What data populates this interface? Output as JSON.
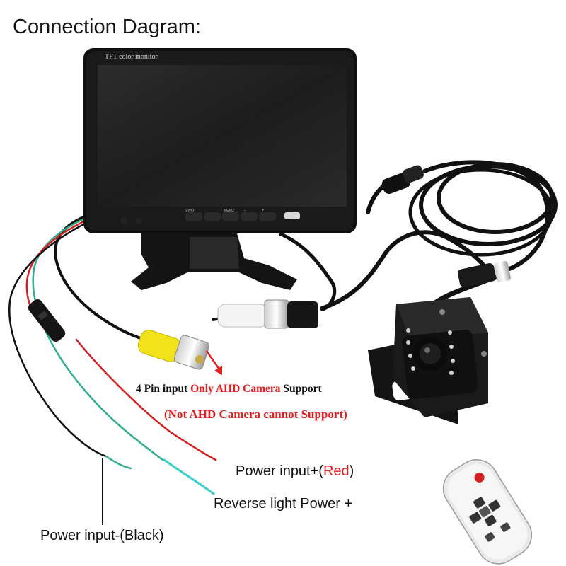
{
  "title": "Connection Dagram:",
  "monitor": {
    "brand_text": "TFT color monitor",
    "buttons": [
      "VIVO",
      "MENU",
      "-",
      "+"
    ]
  },
  "note": {
    "line1_prefix": "4 Pin input ",
    "line1_highlight": "Only AHD Camera",
    "line1_suffix": " Support",
    "line2": "(Not AHD Camera cannot Support)"
  },
  "labels": {
    "power_pos_prefix": "Power input+(",
    "power_pos_color": "Red",
    "power_pos_suffix": ")",
    "reverse": "Reverse light Power +",
    "power_neg": "Power input-(Black)"
  },
  "colors": {
    "red_text": "#e41e1e",
    "wire_red": "#d42020",
    "wire_green": "#2fae8f",
    "wire_cyan": "#36d0cc",
    "wire_black": "#111111",
    "rca_yellow": "#f2e21a"
  }
}
